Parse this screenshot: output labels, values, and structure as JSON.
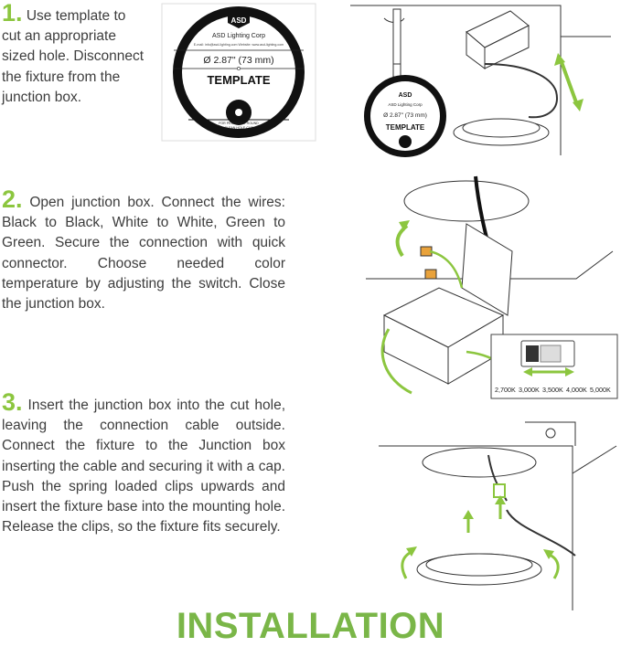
{
  "steps": [
    {
      "number": "1.",
      "text": "Use template to cut an appropriate sized hole. Disconnect the fixture from the junction box."
    },
    {
      "number": "2.",
      "text": "Open junction box. Connect the wires: Black to Black, White to White, Green to Green. Secure the connection with quick connector. Choose needed color temperature by adjusting the switch. Close the junction box."
    },
    {
      "number": "3.",
      "text": "Insert the junction box into the cut hole, leaving the connection cable outside. Connect the fixture to the Junction box inserting the cable and securing it with a cap. Push the spring loaded clips upwards and insert the fixture base into the mounting hole. Release the clips, so the fixture fits securely."
    }
  ],
  "template_card": {
    "logo": "ASD",
    "company": "ASD Lighting Corp",
    "contact": "E-mail: info@asd-lighting.com   Website: www.asd-lighting.com",
    "diameter": "Ø 2.87\" (73 mm)",
    "label": "TEMPLATE",
    "footer1": "FOR PERFECTLY ROUND",
    "footer2": "CLEAN HOLE CUT"
  },
  "small_template": {
    "logo": "ASD",
    "company": "ASD Lighting Corp",
    "diameter": "Ø 2.87\" (73 mm)",
    "label": "TEMPLATE"
  },
  "color_temperatures": [
    "2,700K",
    "3,000K",
    "3,500K",
    "4,000K",
    "5,000K"
  ],
  "heading": "INSTALLATION",
  "colors": {
    "accent": "#8cc63f",
    "heading": "#7ab648",
    "text": "#3d3d3d"
  }
}
